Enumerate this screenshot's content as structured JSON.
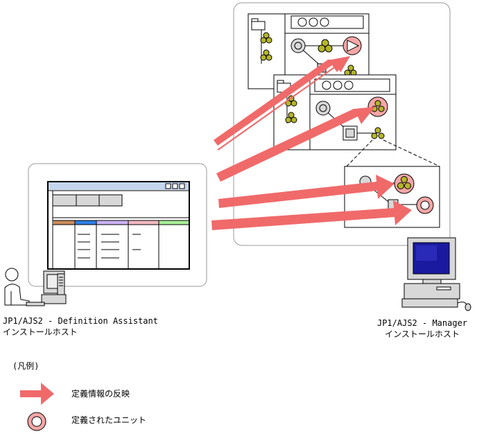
{
  "hosts": {
    "definition_assistant": {
      "name": "JP1/AJS2 - Definition Assistant",
      "role": "インストールホスト"
    },
    "manager": {
      "name": "JP1/AJS2 - Manager",
      "role": "インストールホスト"
    }
  },
  "legend": {
    "title": "(凡例)",
    "items": [
      {
        "icon": "pink-arrow-icon",
        "label": "定義情報の反映"
      },
      {
        "icon": "defined-unit-icon",
        "label": "定義されたユニット"
      }
    ]
  },
  "colors": {
    "arrow": "#f06a6a",
    "highlight_fill": "#f5a6a6",
    "job_circle": "#b5b52a",
    "window_title": "#c4d6ee",
    "monitor_screen": "#1a1aa0",
    "header_cells": [
      "#c98c5a",
      "#2f7fe6",
      "#c9b2f2",
      "#f2b8c0",
      "#a8ee98"
    ]
  }
}
